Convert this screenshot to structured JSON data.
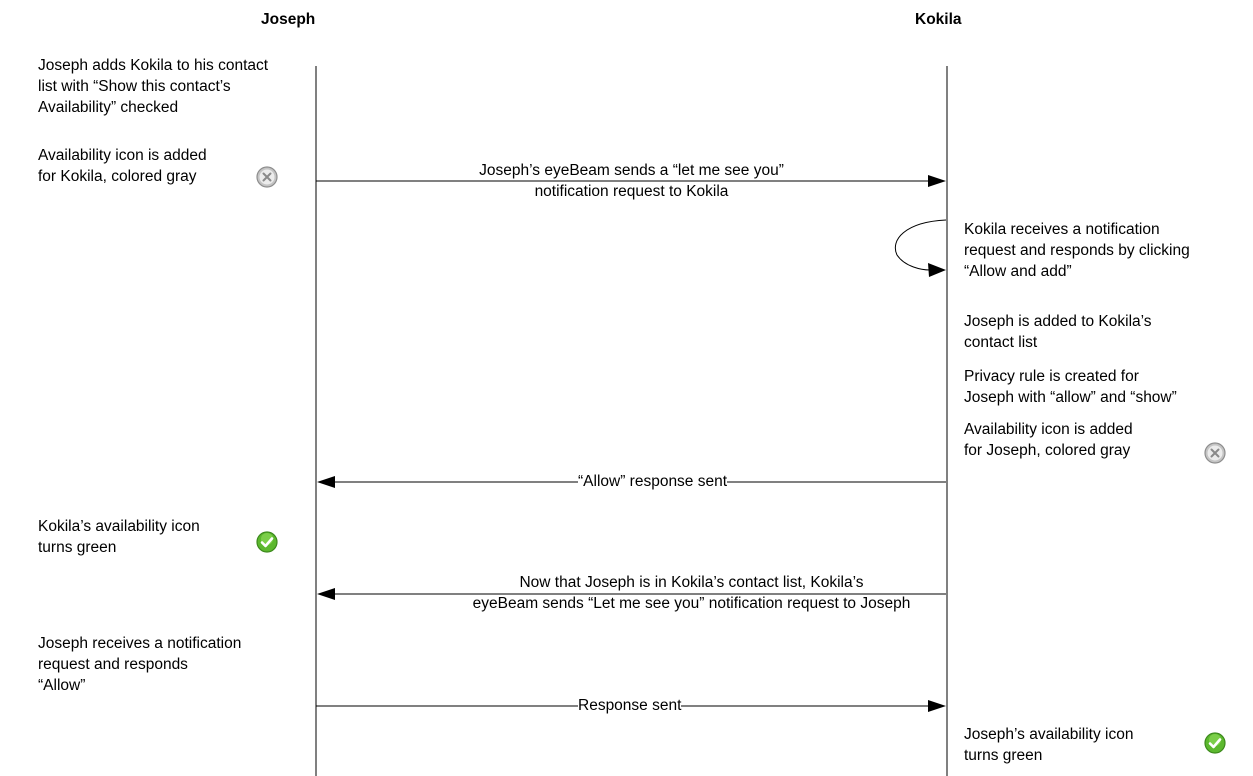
{
  "participants": {
    "left": "Joseph",
    "right": "Kokila"
  },
  "notes": {
    "joseph_add_contact": "Joseph adds Kokila to his contact\nlist with “Show this contact’s\nAvailability” checked",
    "icon_added_kokila": "Availability icon is added\nfor Kokila, colored gray",
    "kokila_receives": "Kokila receives a notification\nrequest and responds by clicking\n“Allow and add”",
    "joseph_added": "Joseph is added to Kokila’s\ncontact list",
    "privacy_rule": "Privacy rule is created for\nJoseph with “allow” and “show”",
    "icon_added_joseph": "Availability icon is added\nfor Joseph, colored gray",
    "kokila_icon_green": "Kokila’s availability icon\nturns green",
    "joseph_receives": "Joseph receives a notification\nrequest and responds\n“Allow”",
    "joseph_icon_green": "Joseph’s availability icon\nturns green"
  },
  "messages": {
    "let_me_see_you_1": "Joseph’s eyeBeam sends a “let me see you”\nnotification request to Kokila",
    "allow_response": "“Allow” response sent",
    "let_me_see_you_2": "Now that Joseph is in Kokila’s contact list, Kokila’s\neyeBeam sends “Let me see you” notification request to Joseph",
    "response_sent": "Response sent"
  },
  "icons": {
    "gray": "availability-gray-icon",
    "green": "availability-green-icon",
    "gray_color": "#b8b8b8",
    "green_color": "#5cb82e"
  }
}
